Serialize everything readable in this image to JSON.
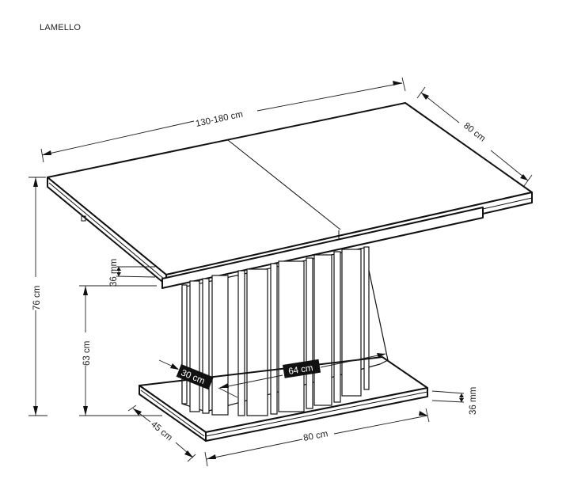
{
  "title": "LAMELLO",
  "diagram": {
    "subject": "extendable dining table with slatted pedestal base",
    "dimensions": {
      "length": "130-180 cm",
      "depth": "80 cm",
      "total_height": "76 cm",
      "top_thickness": "36 mm",
      "pedestal_height": "63 cm",
      "pedestal_depth": "30 cm",
      "pedestal_width": "64 cm",
      "base_depth": "45 cm",
      "base_width": "80 cm",
      "base_thickness": "36 mm"
    },
    "colors": {
      "line": "#111111",
      "background": "#ffffff",
      "label_box": "#111111"
    }
  }
}
